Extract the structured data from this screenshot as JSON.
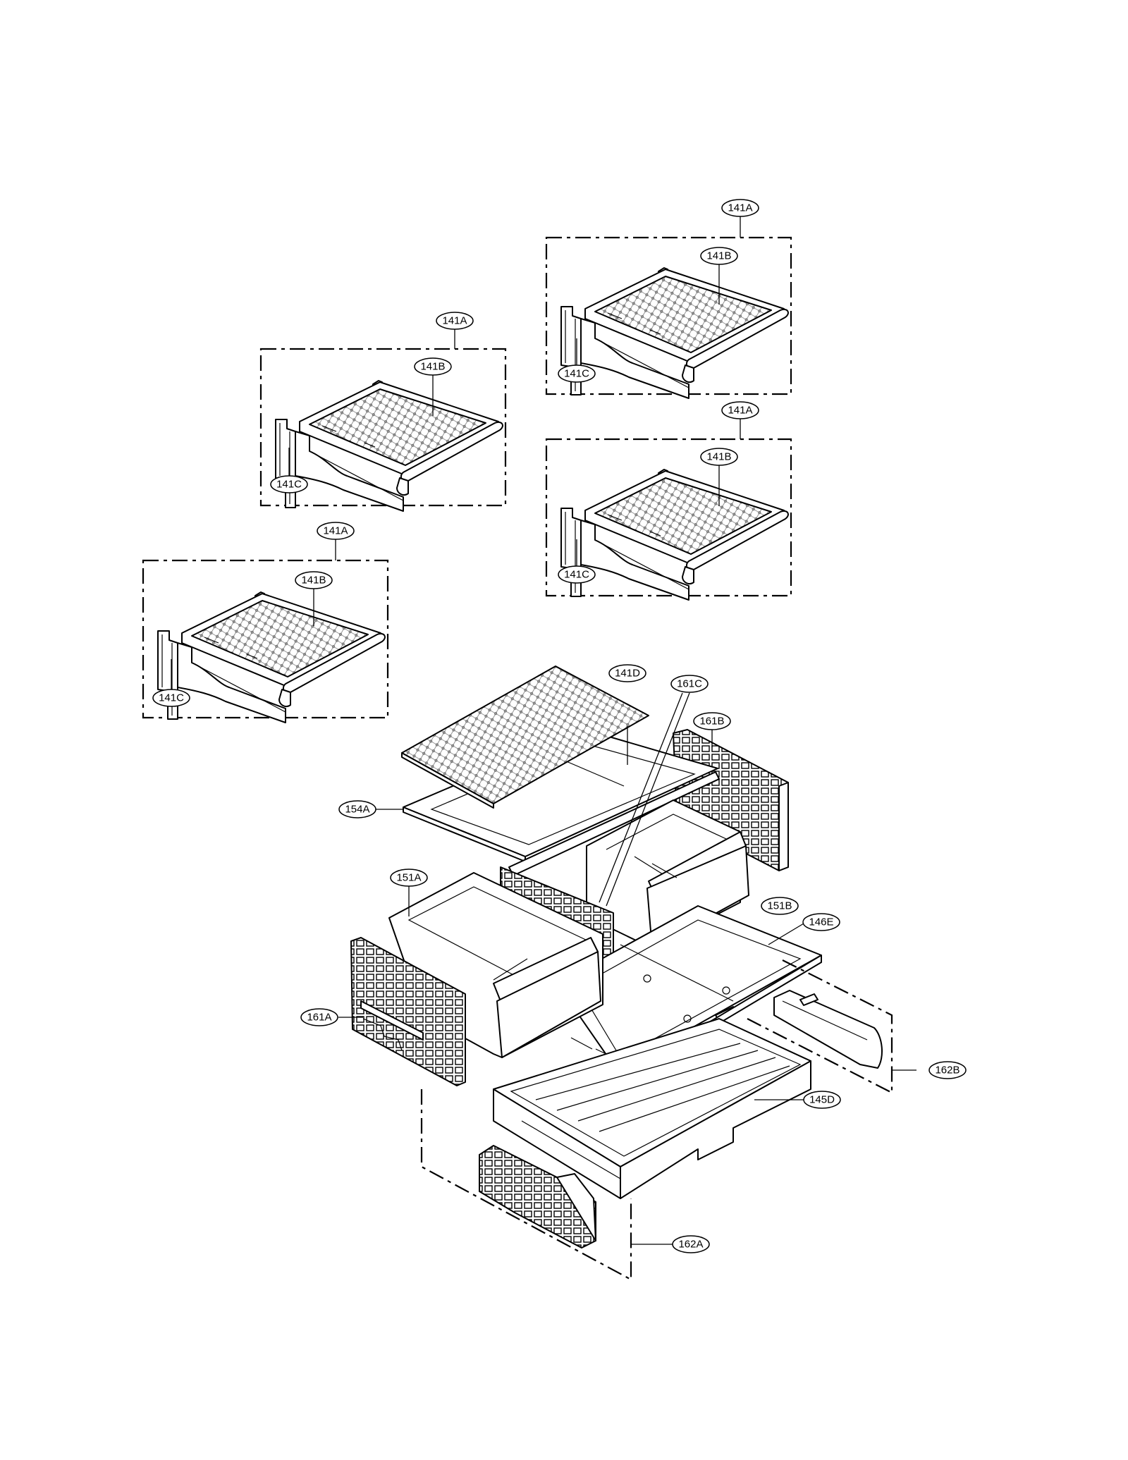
{
  "labels": {
    "shelf1": {
      "a": "141A",
      "b": "141B",
      "c": "141C"
    },
    "shelf2": {
      "a": "141A",
      "b": "141B",
      "c": "141C"
    },
    "shelf3": {
      "a": "141A",
      "b": "141B",
      "c": "141C"
    },
    "shelf4": {
      "a": "141A",
      "b": "141B",
      "c": "141C"
    },
    "cover_glass": "141D",
    "cover_frame": "154A",
    "divider_center": "161C",
    "divider_right": "161B",
    "divider_left": "161A",
    "crisper_left": "151A",
    "crisper_right": "151B",
    "crisper_cover": "146E",
    "pantry_drawer": "145D",
    "drawer_rail_right": "162B",
    "drawer_rail_left": "162A"
  }
}
